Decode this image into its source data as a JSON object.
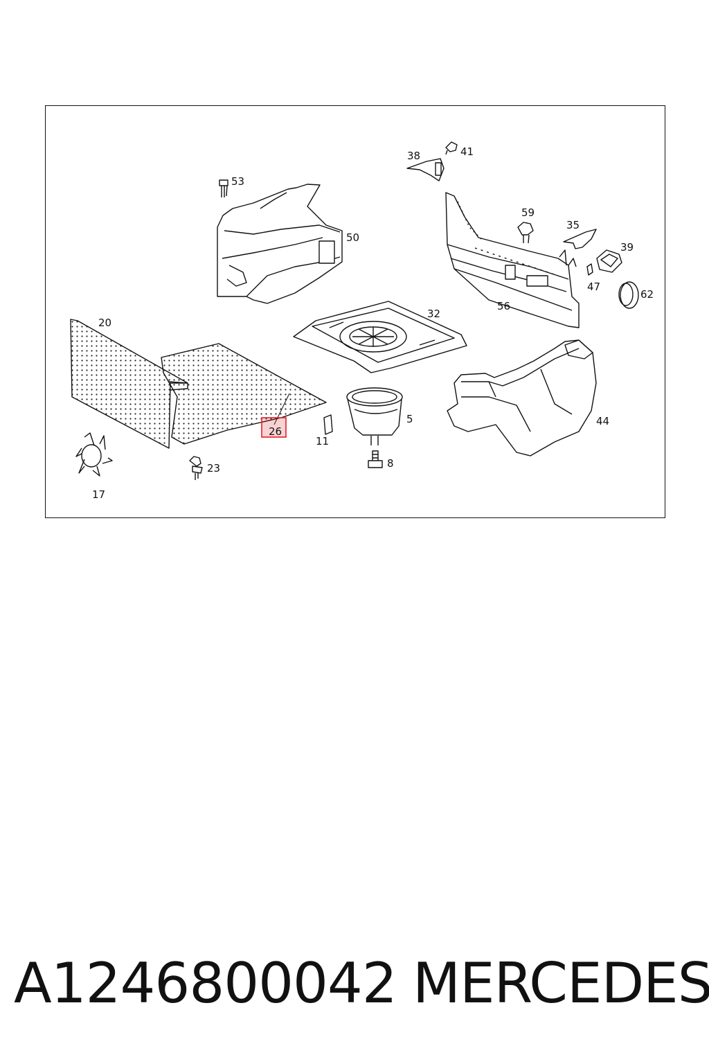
{
  "diagram": {
    "callouts": {
      "c53": "53",
      "c50": "50",
      "c38": "38",
      "c41": "41",
      "c59": "59",
      "c35": "35",
      "c39": "39",
      "c47": "47",
      "c62": "62",
      "c56": "56",
      "c32": "32",
      "c20": "20",
      "c26": "26",
      "c11": "11",
      "c5": "5",
      "c8": "8",
      "c44": "44",
      "c23": "23",
      "c17": "17"
    },
    "highlighted_callout": "26",
    "highlight_color": "#e0202a"
  },
  "footer": {
    "part_number": "A1246800042",
    "brand": "MERCEDES"
  }
}
